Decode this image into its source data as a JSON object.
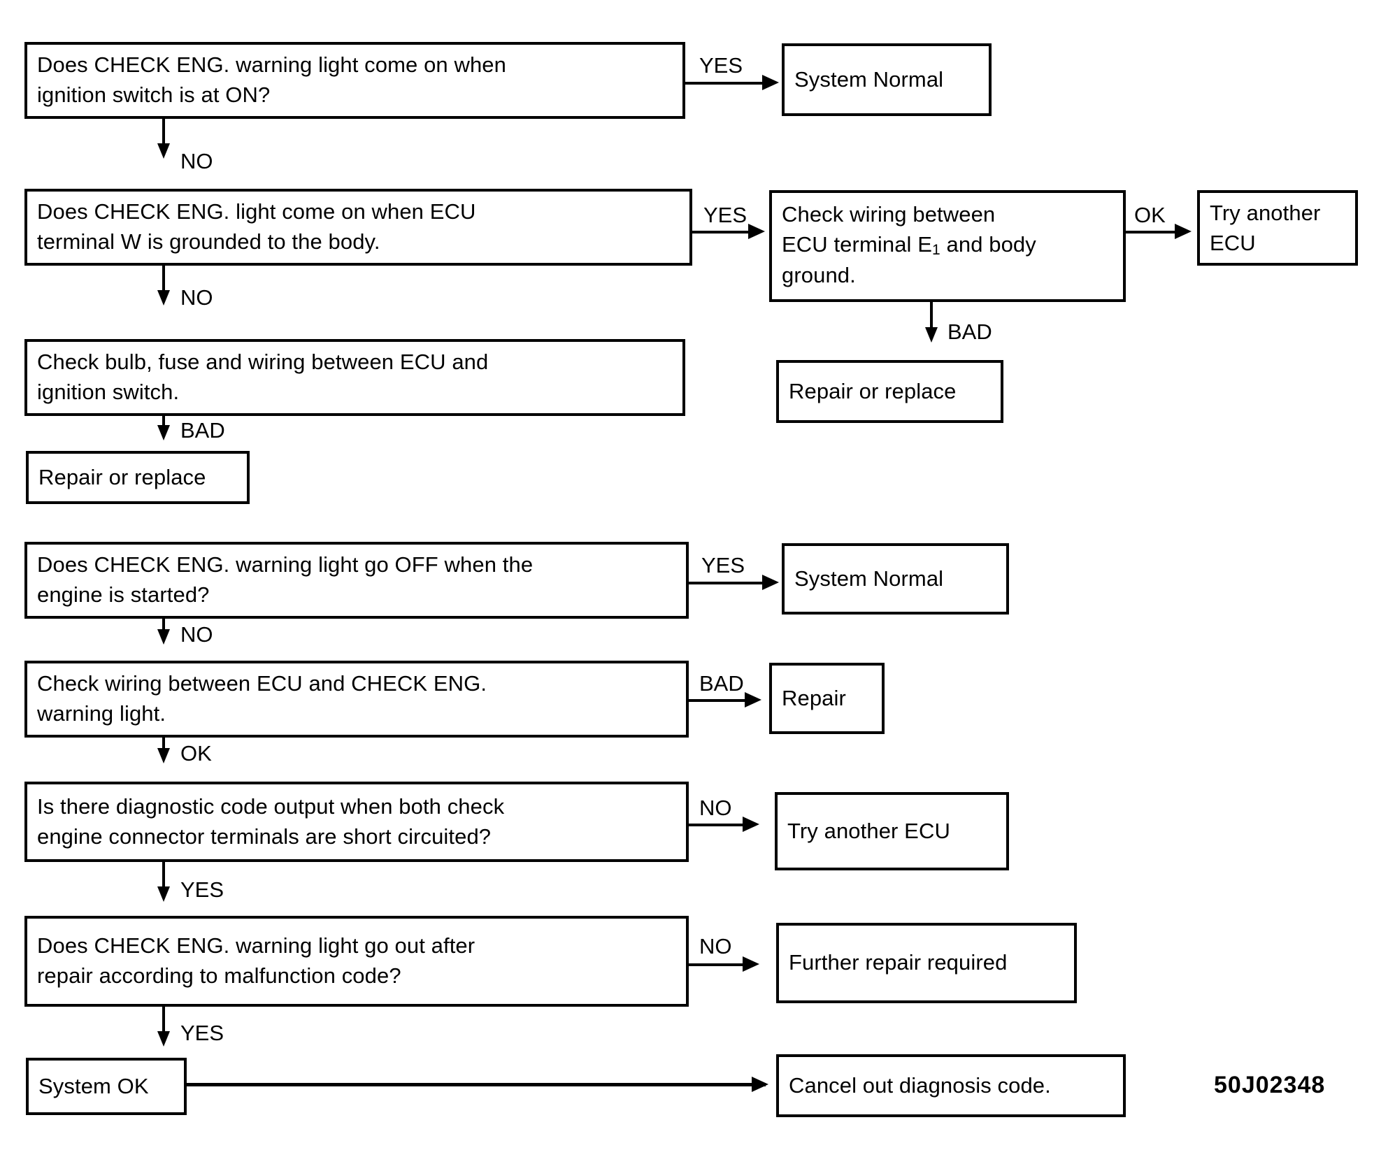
{
  "figure": {
    "code": "50J02348",
    "type": "diagnostic-flowchart",
    "title": "CHECK ENG. warning light troubleshooting"
  },
  "sections": [
    {
      "name": "warning-light-on-check",
      "nodes": [
        {
          "id": "q1",
          "kind": "decision",
          "text": "Does CHECK ENG. warning light come on when\nignition switch is at ON?"
        },
        {
          "id": "r1",
          "kind": "result",
          "text": "System Normal"
        },
        {
          "id": "q2",
          "kind": "decision",
          "text": "Does CHECK ENG. light come on when ECU\nterminal W is grounded to the body."
        },
        {
          "id": "a1",
          "kind": "action",
          "text": "Check wiring between\nECU terminal E₁ and body\nground."
        },
        {
          "id": "r2",
          "kind": "result",
          "text": "Try another\nECU"
        },
        {
          "id": "r3",
          "kind": "result",
          "text": "Repair or replace"
        },
        {
          "id": "a2",
          "kind": "action",
          "text": "Check bulb, fuse and wiring between ECU and\nignition switch."
        },
        {
          "id": "r4",
          "kind": "result",
          "text": "Repair or replace"
        }
      ],
      "edges": [
        {
          "from": "q1",
          "to": "r1",
          "label": "YES"
        },
        {
          "from": "q1",
          "to": "q2",
          "label": "NO"
        },
        {
          "from": "q2",
          "to": "a1",
          "label": "YES"
        },
        {
          "from": "q2",
          "to": "a2",
          "label": "NO"
        },
        {
          "from": "a1",
          "to": "r2",
          "label": "OK"
        },
        {
          "from": "a1",
          "to": "r3",
          "label": "BAD"
        },
        {
          "from": "a2",
          "to": "r4",
          "label": "BAD"
        }
      ]
    },
    {
      "name": "warning-light-off-check",
      "nodes": [
        {
          "id": "q3",
          "kind": "decision",
          "text": "Does CHECK ENG. warning light go OFF when the\nengine is started?"
        },
        {
          "id": "r5",
          "kind": "result",
          "text": "System Normal"
        },
        {
          "id": "a3",
          "kind": "action",
          "text": "Check wiring between ECU and CHECK ENG.\nwarning light."
        },
        {
          "id": "r6",
          "kind": "result",
          "text": "Repair"
        },
        {
          "id": "q4",
          "kind": "decision",
          "text": "Is there diagnostic code output when both check\nengine connector terminals are short circuited?"
        },
        {
          "id": "r7",
          "kind": "result",
          "text": "Try another ECU"
        },
        {
          "id": "q5",
          "kind": "decision",
          "text": "Does CHECK ENG. warning light go out after\nrepair according to malfunction code?"
        },
        {
          "id": "r8",
          "kind": "result",
          "text": "Further repair required"
        },
        {
          "id": "r9",
          "kind": "result",
          "text": "System OK"
        },
        {
          "id": "r10",
          "kind": "result",
          "text": "Cancel out diagnosis code."
        }
      ],
      "edges": [
        {
          "from": "q3",
          "to": "r5",
          "label": "YES"
        },
        {
          "from": "q3",
          "to": "a3",
          "label": "NO"
        },
        {
          "from": "a3",
          "to": "r6",
          "label": "BAD"
        },
        {
          "from": "a3",
          "to": "q4",
          "label": "OK"
        },
        {
          "from": "q4",
          "to": "r7",
          "label": "NO"
        },
        {
          "from": "q4",
          "to": "q5",
          "label": "YES"
        },
        {
          "from": "q5",
          "to": "r8",
          "label": "NO"
        },
        {
          "from": "q5",
          "to": "r9",
          "label": "YES"
        },
        {
          "from": "r9",
          "to": "r10",
          "label": ""
        }
      ]
    }
  ],
  "boxes": {
    "b1_q1_line1": "Does CHECK ENG. warning light come on when",
    "b1_q1_line2": "ignition switch is at ON?",
    "b1_r1": "System Normal",
    "b2_q2_line1": "Does CHECK ENG. light come on when ECU",
    "b2_q2_line2": "terminal W is grounded to the body.",
    "b2_a1_line1": "Check wiring between",
    "b2_a1_line2a": "ECU terminal E",
    "b2_a1_line2b": "1",
    "b2_a1_line2c": " and body",
    "b2_a1_line3": "ground.",
    "b2_r2_line1": "Try another",
    "b2_r2_line2": "ECU",
    "b2_r3": "Repair or replace",
    "b3_a2_line1": "Check bulb, fuse and wiring between ECU and",
    "b3_a2_line2": "ignition switch.",
    "b3_r4": "Repair or replace",
    "b4_q3_line1": "Does CHECK ENG. warning light go OFF when the",
    "b4_q3_line2": "engine is started?",
    "b4_r5": "System Normal",
    "b5_a3_line1": "Check wiring between ECU and CHECK ENG.",
    "b5_a3_line2": "warning light.",
    "b5_r6": "Repair",
    "b6_q4_line1": "Is there diagnostic code output when both check",
    "b6_q4_line2": "engine connector terminals are short circuited?",
    "b6_r7": "Try another ECU",
    "b7_q5_line1": "Does CHECK ENG. warning light go out after",
    "b7_q5_line2": "repair according to malfunction code?",
    "b7_r8": "Further repair required",
    "b8_r9": "System OK",
    "b8_r10": "Cancel out diagnosis code."
  },
  "labels": {
    "yes1": "YES",
    "no1": "NO",
    "yes2": "YES",
    "no2": "NO",
    "ok1": "OK",
    "bad1": "BAD",
    "bad2": "BAD",
    "yes3": "YES",
    "no3": "NO",
    "bad3": "BAD",
    "ok2": "OK",
    "no4": "NO",
    "yes4": "YES",
    "no5": "NO",
    "yes5": "YES"
  }
}
